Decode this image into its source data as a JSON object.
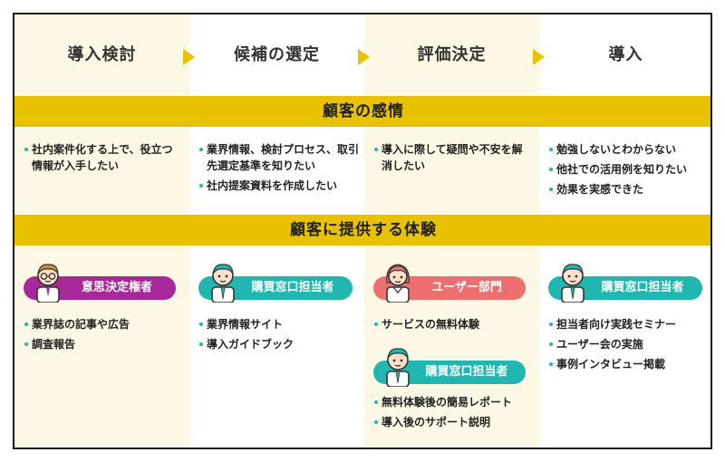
{
  "stages": [
    "導入検討",
    "候補の選定",
    "評価決定",
    "導入"
  ],
  "bands": {
    "emotion_title": "顧客の感情",
    "experience_title": "顧客に提供する体験"
  },
  "emotions": [
    [
      "社内案件化する上で、役立つ情報が入手したい"
    ],
    [
      "業界情報、検討プロセス、取引先選定基準を知りたい",
      "社内提案資料を作成したい"
    ],
    [
      "導入に際して疑問や不安を解消したい"
    ],
    [
      "勉強しないとわからない",
      "他社での活用例を知りたい",
      "効果を実感できた"
    ]
  ],
  "personas": {
    "p0": {
      "label": "意思決定権者",
      "color": "#a8279a"
    },
    "p1": {
      "label": "購買窓口担当者",
      "color": "#20b7b0"
    },
    "p2": {
      "label": "ユーザー部門",
      "color": "#ee6f6f"
    },
    "p3": {
      "label": "購買窓口担当者",
      "color": "#20b7b0"
    },
    "p4": {
      "label": "購買窓口担当者",
      "color": "#20b7b0"
    }
  },
  "experiences": {
    "e0": [
      "業界誌の記事や広告",
      "調査報告"
    ],
    "e1": [
      "業界情報サイト",
      "導入ガイドブック"
    ],
    "e2": [
      "サービスの無料体験"
    ],
    "e3": [
      "担当者向け実践セミナー",
      "ユーザー会の実施",
      "事例インタビュー掲載"
    ],
    "e4": [
      "無料体験後の簡易レポート",
      "導入後のサポート説明"
    ]
  },
  "colors": {
    "accent_yellow": "#e8c100",
    "teal": "#20b7b0",
    "purple": "#a8279a",
    "coral": "#ee6f6f"
  },
  "icons": [
    "person-with-glasses-icon",
    "person-with-tie-icon",
    "woman-icon",
    "arrow-right-icon"
  ]
}
